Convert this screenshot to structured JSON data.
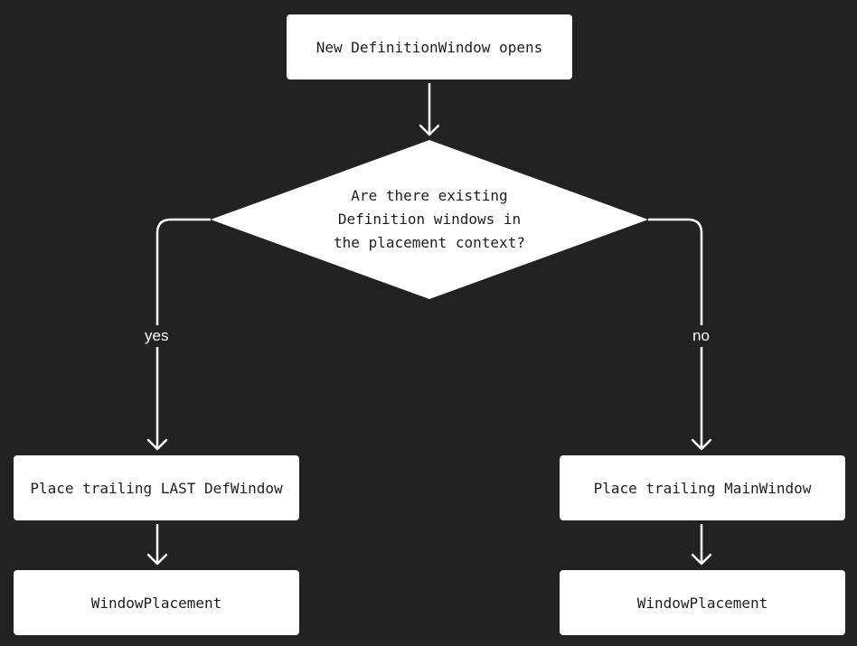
{
  "nodes": {
    "start": "New DefinitionWindow opens",
    "decision": {
      "lines": [
        "Are there existing",
        "Definition windows in",
        "the placement context?"
      ]
    },
    "yes_step": "Place trailing LAST DefWindow",
    "yes_result": "WindowPlacement",
    "no_step": "Place trailing MainWindow",
    "no_result": "WindowPlacement"
  },
  "edges": {
    "yes_label": "yes",
    "no_label": "no"
  },
  "colors": {
    "background": "#222222",
    "node_fill": "#ffffff",
    "node_text": "#1e1e1e",
    "connector": "#ffffff"
  }
}
